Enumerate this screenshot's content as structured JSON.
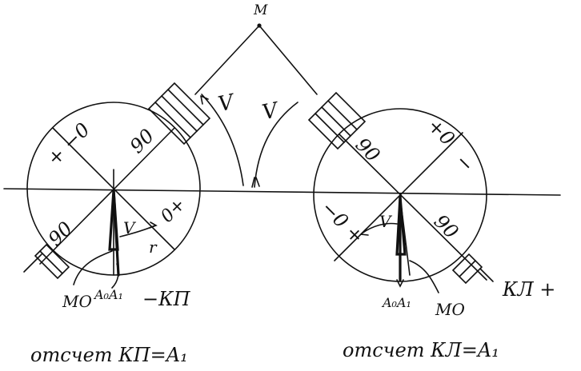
{
  "labels": {
    "apex": "M",
    "angle_left": "V",
    "angle_right": "V",
    "left_plus_zero": "+ −0",
    "left_ninety_top": "90",
    "left_ninety_bottom": "90",
    "left_zero_plus": "0+",
    "left_small_v": "V",
    "left_r": "r",
    "left_mo": "MO",
    "left_a0a1": "A₀A₁",
    "left_kp": "−КП",
    "left_reading": "отсчет КП=A₁",
    "right_ninety_top": "90",
    "right_plus_zero": "+0",
    "right_minus": "−",
    "right_minus_zero_plus": "−0 +",
    "right_ninety_bottom": "90",
    "right_small_v": "V",
    "right_a0a1": "A₀A₁",
    "right_mo": "MO",
    "right_kl": "КЛ +",
    "right_reading": "отсчет КЛ=A₁"
  },
  "colors": {
    "ink": "#111111",
    "paper": "#ffffff"
  }
}
